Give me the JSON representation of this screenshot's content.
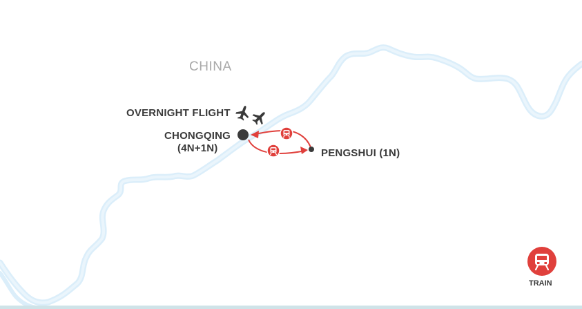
{
  "map": {
    "country_label": "CHINA",
    "places": [
      {
        "name": "CHONGQING",
        "nights": "(4N+1N)"
      },
      {
        "name": "PENGSHUI (1N)"
      }
    ],
    "flight_label": "OVERNIGHT FLIGHT",
    "legend": {
      "train_label": "TRAIN"
    },
    "colors": {
      "river": "#dbeefa",
      "route": "#e0403c",
      "marker": "#3a3a3a",
      "label": "#3a3a3a",
      "country_label": "#a9a9a9",
      "bottom_strip": "#cfe3e8"
    },
    "icons": [
      "airplane-icon",
      "train-icon"
    ]
  }
}
